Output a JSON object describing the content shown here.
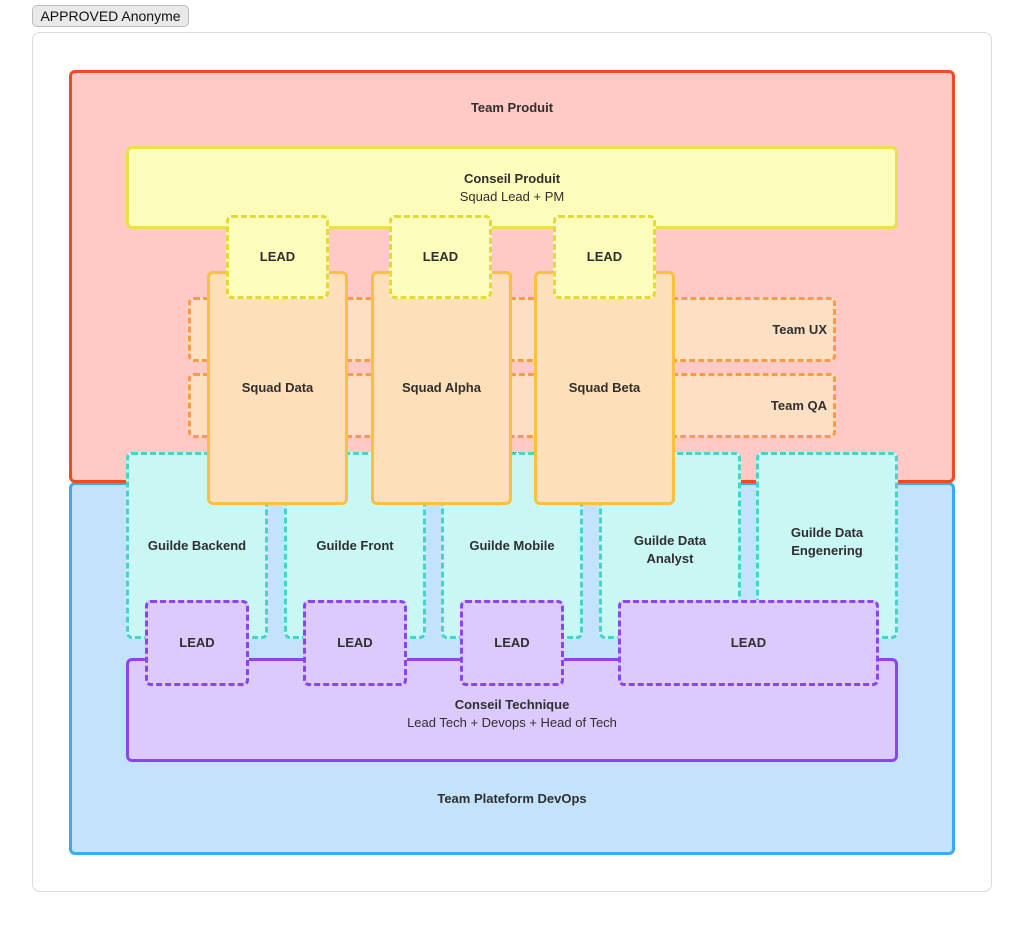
{
  "badge": {
    "label": "APPROVED Anonyme"
  },
  "diagram": {
    "team_produit": "Team Produit",
    "conseil_produit": {
      "title": "Conseil Produit",
      "subtitle": "Squad Lead + PM"
    },
    "team_ux": "Team UX",
    "team_qa": "Team QA",
    "squads": [
      "Squad Data",
      "Squad Alpha",
      "Squad Beta"
    ],
    "squad_leads": [
      "LEAD",
      "LEAD",
      "LEAD"
    ],
    "guilds": [
      {
        "line1": "Guilde Backend",
        "line2": ""
      },
      {
        "line1": "Guilde Front",
        "line2": ""
      },
      {
        "line1": "Guilde Mobile",
        "line2": ""
      },
      {
        "line1": "Guilde Data",
        "line2": "Analyst"
      },
      {
        "line1": "Guilde Data",
        "line2": "Engenering"
      }
    ],
    "guild_leads": [
      "LEAD",
      "LEAD",
      "LEAD",
      "LEAD"
    ],
    "conseil_technique": {
      "title": "Conseil Technique",
      "subtitle": "Lead Tech + Devops + Head of Tech"
    },
    "team_platform": "Team Plateform DevOps"
  }
}
